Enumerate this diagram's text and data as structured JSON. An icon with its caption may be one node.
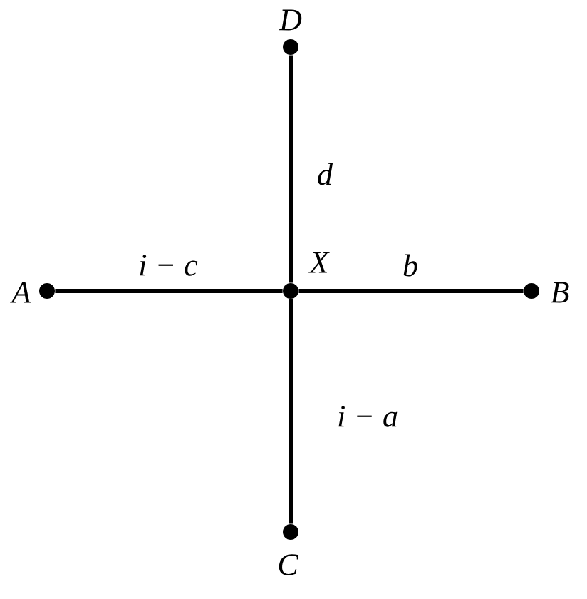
{
  "diagram": {
    "nodes": [
      {
        "text": [],
        "shape": "circle",
        "beside": [
          "D"
        ]
      },
      {
        "text": [],
        "shape": "circle",
        "beside": [
          "A"
        ]
      },
      {
        "text": [],
        "shape": "circle",
        "beside": [
          "X"
        ]
      },
      {
        "text": [],
        "shape": "circle",
        "beside": [
          "B"
        ]
      },
      {
        "text": [],
        "shape": "circle",
        "beside": [
          "C"
        ]
      }
    ],
    "edges": [
      {
        "from": 0,
        "to": 2,
        "arrow": "none",
        "label": "d"
      },
      {
        "from": 1,
        "to": 2,
        "arrow": "none",
        "label": "i − c"
      },
      {
        "from": 2,
        "to": 3,
        "arrow": "none",
        "label": "b"
      },
      {
        "from": 2,
        "to": 4,
        "arrow": "none",
        "label": "i − a"
      }
    ]
  }
}
